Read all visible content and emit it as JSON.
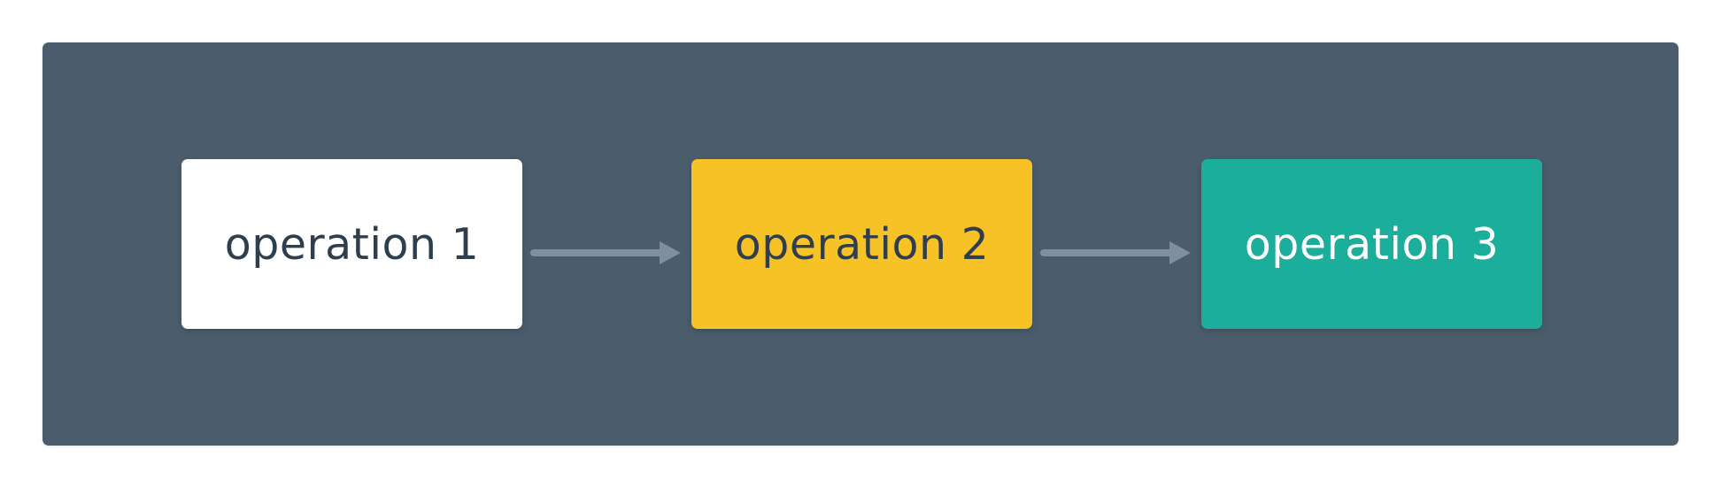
{
  "diagram": {
    "background_color": "#4b5d6c",
    "arrow_color": "#7f8f9b",
    "nodes": [
      {
        "label": "operation 1",
        "fill": "#ffffff",
        "text_color": "#2f3e4c"
      },
      {
        "label": "operation 2",
        "fill": "#f6c226",
        "text_color": "#2f3e4c"
      },
      {
        "label": "operation 3",
        "fill": "#1aae9b",
        "text_color": "#ffffff"
      }
    ],
    "edges": [
      {
        "from": "operation 1",
        "to": "operation 2",
        "style": "arrow"
      },
      {
        "from": "operation 2",
        "to": "operation 3",
        "style": "arrow"
      }
    ]
  }
}
